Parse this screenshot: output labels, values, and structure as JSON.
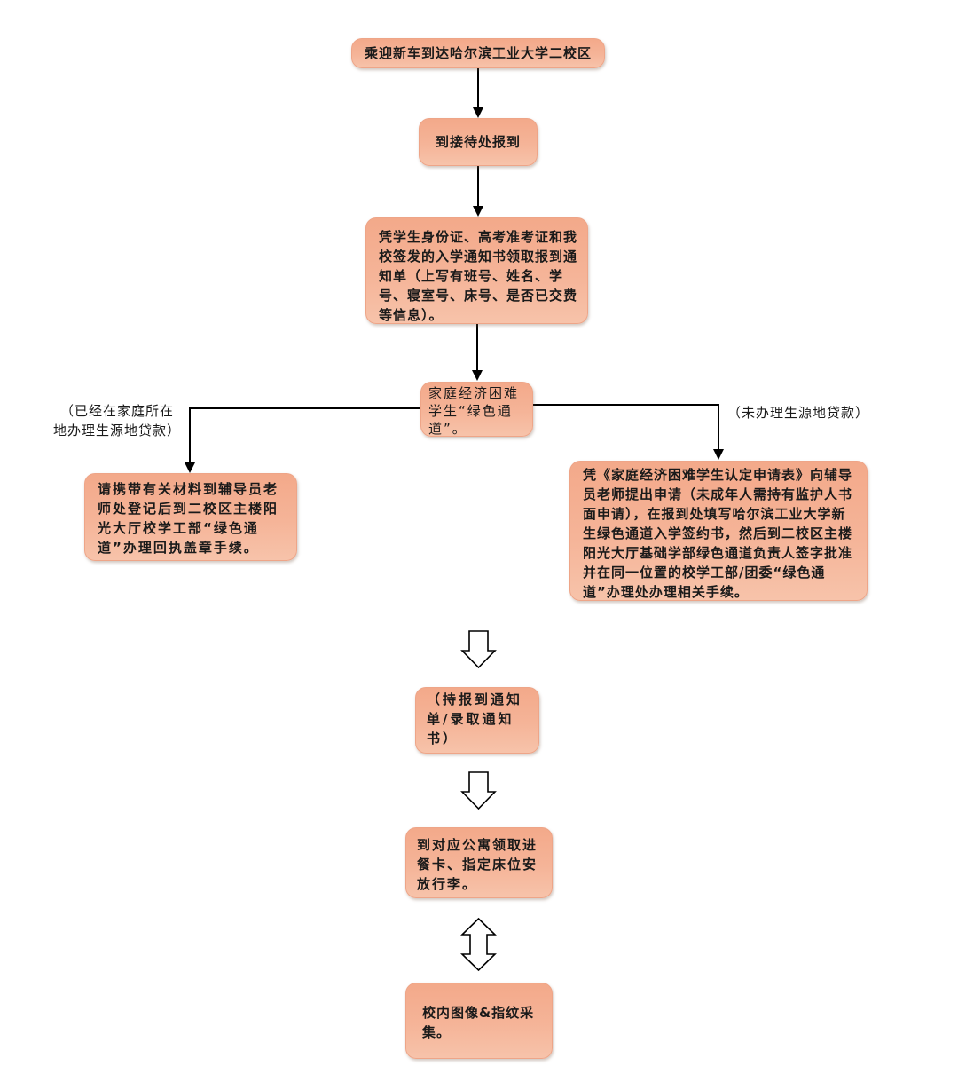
{
  "steps": {
    "arrive": "乘迎新车到达哈尔滨工业大学二校区",
    "reception": "到接待处报到",
    "collect_notice": "凭学生身份证、高考准考证和我校签发的入学通知书领取报到通知单（上写有班号、姓名、学号、寝室号、床号、是否已交费等信息）。",
    "green_channel": "家庭经济困难学生“绿色通道”。",
    "left_branch": "请携带有关材料到辅导员老师处登记后到二校区主楼阳光大厅校学工部“绿色通道”办理回执盖章手续。",
    "right_branch": "凭《家庭经济困难学生认定申请表》向辅导员老师提出申请（未成年人需持有监护人书面申请），在报到处填写哈尔滨工业大学新生绿色通道入学签约书，然后到二校区主楼阳光大厅基础学部绿色通道负责人签字批准并在同一位置的校学工部/团委“绿色通道”办理处办理相关手续。",
    "hold_notice": "（持报到通知单/录取通知书）",
    "dorm": "到对应公寓领取进餐卡、指定床位安放行李。",
    "biometric": "校内图像&指纹采集。"
  },
  "branch_labels": {
    "left_line1": "（已经在家庭所在",
    "left_line2": "地办理生源地贷款）",
    "right": "（未办理生源地贷款）"
  },
  "colors": {
    "box_fill_top": "#f3a98a",
    "box_fill_bottom": "#f7c3aa",
    "box_border": "#eea588",
    "line": "#000000"
  }
}
